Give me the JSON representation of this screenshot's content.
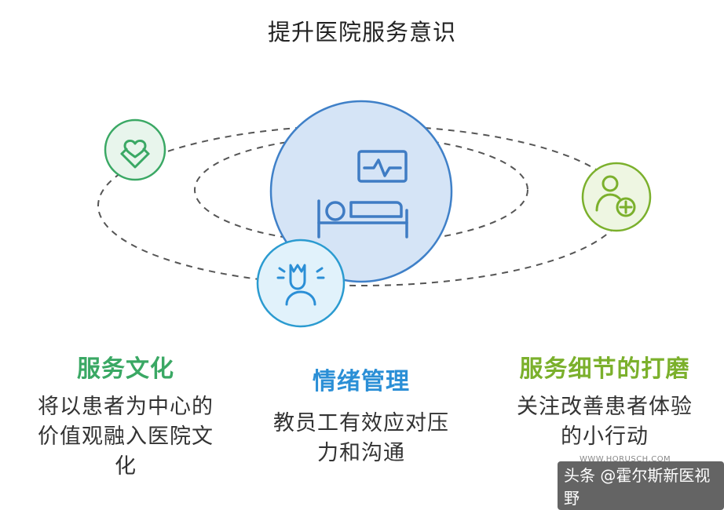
{
  "title": "提升医院服务意识",
  "colors": {
    "green": "#3aa864",
    "blue": "#2b8fd6",
    "olive": "#7bb02c",
    "center_fill": "#d5e4f6",
    "center_stroke": "#3f80c8",
    "orbit": "#555555"
  },
  "icons": {
    "center": "hospital-bed-monitor-icon",
    "left": "heart-hands-icon",
    "right": "person-plus-icon",
    "bottom": "stressed-person-icon"
  },
  "sections": [
    {
      "heading": "服务文化",
      "desc_lines": [
        "将以患者为中心的",
        "价值观融入医院文",
        "化"
      ]
    },
    {
      "heading": "情绪管理",
      "desc_lines": [
        "教员工有效应对压",
        "力和沟通"
      ]
    },
    {
      "heading": "服务细节的打磨",
      "desc_lines": [
        "关注改善患者体验",
        "的小行动"
      ]
    }
  ],
  "watermark": {
    "text": "头条 @霍尔斯新医视野",
    "url": "WWW.HORUSCH.COM"
  }
}
